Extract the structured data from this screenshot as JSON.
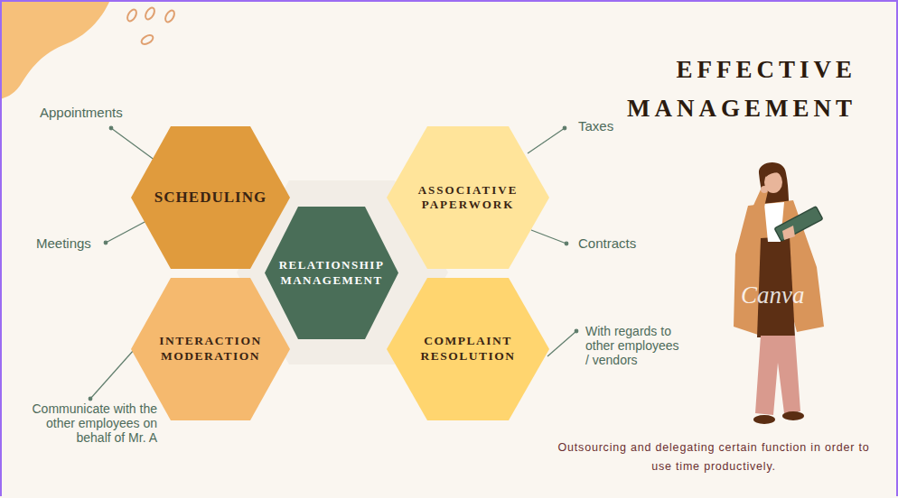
{
  "diagram": {
    "title": "EFFECTIVE MANAGEMENT",
    "caption": "Outsourcing and delegating certain function in order to use time productively.",
    "nodes": [
      {
        "text": [
          "SCHEDULING"
        ]
      },
      {
        "text": [
          "ASSOCIATIVE PAPERWORK"
        ]
      },
      {
        "text": [
          "RELATIONSHIP MANAGEMENT"
        ]
      },
      {
        "text": [
          "INTERACTION MODERATION"
        ]
      },
      {
        "text": [
          "COMPLAINT RESOLUTION"
        ]
      }
    ],
    "labels": [
      "Appointments",
      "Meetings",
      "Taxes",
      "Contracts",
      "Communicate with the other employees on behalf of Mr. A",
      "With regards to other employees / vendors",
      "Canva"
    ]
  }
}
